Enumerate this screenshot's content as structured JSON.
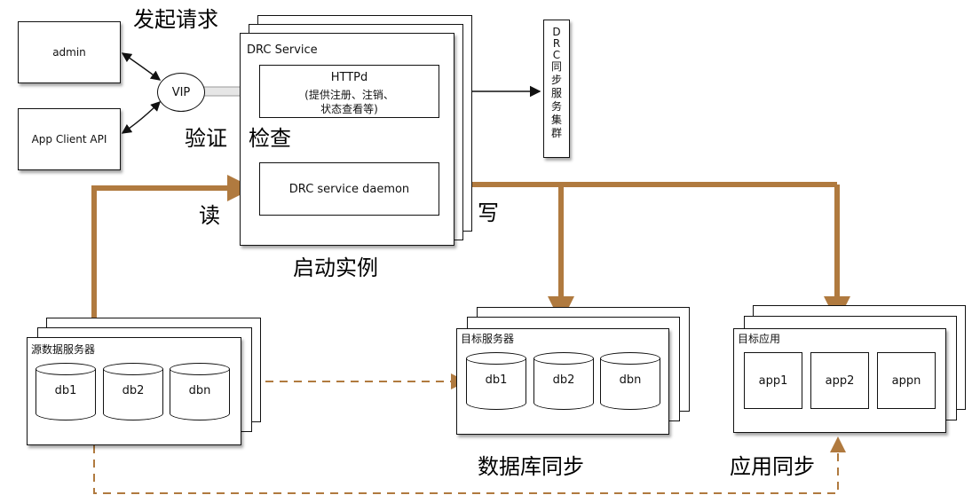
{
  "labels": {
    "initiate_request": "发起请求",
    "verify": "验证",
    "check": "检查",
    "read": "读",
    "write": "写",
    "start_instance": "启动实例",
    "db_sync": "数据库同步",
    "app_sync": "应用同步"
  },
  "nodes": {
    "admin": "admin",
    "app_client_api": "App Client API",
    "vip": "VIP",
    "drc_service_title": "DRC Service",
    "httpd_title": "HTTPd",
    "httpd_desc_line1": "(提供注册、注销、",
    "httpd_desc_line2": "状态查看等)",
    "daemon": "DRC service daemon",
    "drc_cluster_chars": [
      "D",
      "R",
      "C",
      "同",
      "步",
      "服",
      "务",
      "集",
      "群"
    ],
    "source_server": "源数据服务器",
    "target_server": "目标服务器",
    "target_app": "目标应用",
    "source_dbs": [
      "db1",
      "db2",
      "dbn"
    ],
    "target_dbs": [
      "db1",
      "db2",
      "dbn"
    ],
    "apps": [
      "app1",
      "app2",
      "appn"
    ]
  },
  "colors": {
    "flow_main": "#b07a3f",
    "flow_dashed": "#b07a3f",
    "line": "#111111"
  }
}
